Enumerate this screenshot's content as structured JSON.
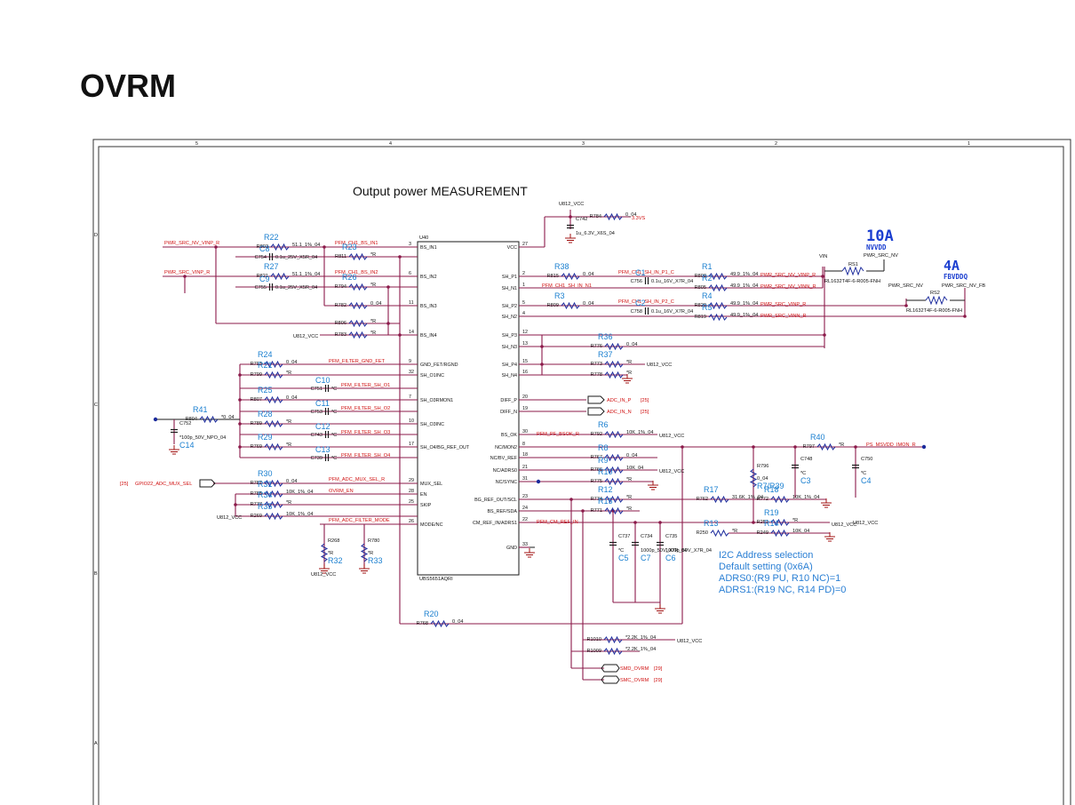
{
  "title": "OVRM",
  "section_title": "Output power MEASUREMENT",
  "frame_cols": [
    "5",
    "4",
    "3",
    "2",
    "1"
  ],
  "frame_rows": [
    "D",
    "C",
    "B",
    "A"
  ],
  "ic": {
    "ref": "U40",
    "part": "UBS5651AQRI",
    "left_pins": [
      {
        "num": "3",
        "name": "BS_IN1"
      },
      {
        "num": "6",
        "name": "BS_IN2"
      },
      {
        "num": "11",
        "name": "BS_IN3"
      },
      {
        "num": "14",
        "name": "BS_IN4"
      },
      {
        "num": "9",
        "name": "GND_FET/RGND"
      },
      {
        "num": "32",
        "name": "SH_O1INC"
      },
      {
        "num": "7",
        "name": "SH_O3RMON1"
      },
      {
        "num": "10",
        "name": "SH_O3INC"
      },
      {
        "num": "17",
        "name": "SH_O4/BG_REF_OUT"
      },
      {
        "num": "29",
        "name": "MUX_SEL"
      },
      {
        "num": "28",
        "name": "EN"
      },
      {
        "num": "25",
        "name": "SKIP"
      },
      {
        "num": "26",
        "name": "MODE/NC"
      }
    ],
    "right_pins": [
      {
        "num": "27",
        "name": "VCC"
      },
      {
        "num": "2",
        "name": "SH_P1"
      },
      {
        "num": "1",
        "name": "SH_N1"
      },
      {
        "num": "5",
        "name": "SH_P2"
      },
      {
        "num": "4",
        "name": "SH_N2"
      },
      {
        "num": "12",
        "name": "SH_P3"
      },
      {
        "num": "13",
        "name": "SH_N3"
      },
      {
        "num": "15",
        "name": "SH_P4"
      },
      {
        "num": "16",
        "name": "SH_N4"
      },
      {
        "num": "20",
        "name": "DIFF_P"
      },
      {
        "num": "19",
        "name": "DIFF_N"
      },
      {
        "num": "30",
        "name": "BS_OK"
      },
      {
        "num": "8",
        "name": "NC/MON2"
      },
      {
        "num": "18",
        "name": "NC/BV_REF"
      },
      {
        "num": "21",
        "name": "NC/ADRS0"
      },
      {
        "num": "31",
        "name": "NC/SYNC"
      },
      {
        "num": "23",
        "name": "BG_REF_OUT/SCL"
      },
      {
        "num": "24",
        "name": "BS_REF/SDA"
      },
      {
        "num": "22",
        "name": "CM_REF_IN/ADRS1"
      },
      {
        "num": "33",
        "name": "GND"
      }
    ]
  },
  "nets": {
    "pwr_src_nv_vinp_r": "PWR_SRC_NV_VINP_R",
    "pwr_src_vinp_r": "PWR_SRC_VINP_R",
    "bs_in1": "PFM_CH1_BS_IN1",
    "bs_in2": "PFM_CH1_BS_IN2",
    "gnd_fet": "PFM_FILTER_GND_FET",
    "sh_o1": "PFM_FILTER_SH_O1",
    "sh_o2": "PFM_FILTER_SH_O2",
    "sh_o3": "PFM_FILTER_SH_O3",
    "sh_o4": "PFM_FILTER_SH_O4",
    "mux_sel": "PFM_ADC_MUX_SEL_R",
    "ovrm_en": "OVRM_EN",
    "mode": "PFM_ADC_FILTER_MODE",
    "gpio_mux": "GPIO22_ADC_MUX_SEL",
    "gpio_sheet": "[25]",
    "sh_p1": "PFM_CH1_SH_IN_P1_C",
    "sh_n1": "PFM_CH1_SH_IN_N1",
    "sh_p2": "PFM_CH1_SH_IN_P2_C",
    "nv_vinp": "PWR_SRC_NV_VINP_R",
    "nv_vinn": "PWR_SRC_NV_VINN_R",
    "src_vinp": "PWR_SRC_VINP_R",
    "src_vinn": "PWR_SRC_VINN_R",
    "adc_p": "ADC_IN_P",
    "adc_n": "ADC_IN_N",
    "adc_sheet": "[25]",
    "bsok": "PFM_PF_BSOK_R",
    "cm_ref": "PFM_CM_REF_IN",
    "msvdd": "PS_MSVDD_IMON_R",
    "smd": "SMD_OVRM",
    "smc": "SMC_OVRM",
    "smb_sheet": "[29]",
    "vcc": "U812_VCC",
    "v33": "3.3VS",
    "vin": "VIN",
    "pwr_src_nv": "PWR_SRC_NV",
    "pwr_src_nv_fb": "PWR_SRC_NV_FB"
  },
  "resistors": [
    {
      "ref": "R22",
      "part": "R803",
      "value": "51.1_1%_04"
    },
    {
      "ref": "R23",
      "part": "R811",
      "value": "*R"
    },
    {
      "ref": "R27",
      "part": "R821",
      "value": "51.1_1%_04"
    },
    {
      "ref": "R26",
      "part": "R794",
      "value": "*R"
    },
    {
      "part": "R782",
      "value": "0_04"
    },
    {
      "part": "R806",
      "value": "*R"
    },
    {
      "part": "R783",
      "value": "*R"
    },
    {
      "ref": "R24",
      "part": "R793",
      "value": "0_04"
    },
    {
      "ref": "R21",
      "part": "R799",
      "value": "*R"
    },
    {
      "ref": "R25",
      "part": "R807",
      "value": "0_04"
    },
    {
      "ref": "R28",
      "part": "R789",
      "value": "*R"
    },
    {
      "ref": "R29",
      "part": "R769",
      "value": "*R"
    },
    {
      "ref": "R41",
      "part": "R804",
      "value": "*0_04"
    },
    {
      "ref": "R30",
      "part": "R787",
      "value": "0_04"
    },
    {
      "ref": "R31",
      "part": "R785",
      "value": "10K_1%_04"
    },
    {
      "ref": "R34",
      "part": "R777",
      "value": "*R"
    },
    {
      "ref": "R35",
      "part": "R269",
      "value": "10K_1%_04"
    },
    {
      "ref": "R32",
      "part": "R268",
      "value": "*R"
    },
    {
      "ref": "R33",
      "part": "R780",
      "value": "*R"
    },
    {
      "ref": "R38",
      "part": "R815",
      "value": "0_04"
    },
    {
      "ref": "R3",
      "part": "R809",
      "value": "0_04"
    },
    {
      "ref": "R1",
      "part": "R808",
      "value": "49.9_1%_04"
    },
    {
      "ref": "R2",
      "part": "R805",
      "value": "49.9_1%_04"
    },
    {
      "ref": "R4",
      "part": "R820",
      "value": "49.9_1%_04"
    },
    {
      "ref": "R5",
      "part": "R819",
      "value": "49.9_1%_04"
    },
    {
      "ref": "R36",
      "part": "R776",
      "value": "0_04"
    },
    {
      "ref": "R37",
      "part": "R773",
      "value": "*R"
    },
    {
      "part": "R778",
      "value": "*R"
    },
    {
      "ref": "R6",
      "part": "R792",
      "value": "10K_1%_04"
    },
    {
      "ref": "R8",
      "part": "R767",
      "value": "0_04"
    },
    {
      "ref": "R9",
      "part": "R766",
      "value": "10K_04"
    },
    {
      "ref": "R10",
      "part": "R775",
      "value": "*R"
    },
    {
      "ref": "R12",
      "part": "R774",
      "value": "*R"
    },
    {
      "ref": "R15",
      "part": "R771",
      "value": "*R"
    },
    {
      "ref": "R17",
      "part": "R762",
      "value": "31.6K_1%_04"
    },
    {
      "ref": "R18",
      "part": "R772",
      "value": "10K_1%_04"
    },
    {
      "ref": "R19",
      "part": "R251",
      "value": "*R"
    },
    {
      "ref": "R14",
      "part": "R249",
      "value": "10K_04"
    },
    {
      "ref": "R13",
      "part": "R250",
      "value": "*R"
    },
    {
      "ref": "R20",
      "part": "R768",
      "value": "0_04"
    },
    {
      "ref": "R40",
      "part": "R797",
      "value": "*R"
    },
    {
      "ref": "R7/R39",
      "part": "R796",
      "value": "0_04"
    },
    {
      "part": "R784",
      "value": "0_04"
    },
    {
      "part": "R1010",
      "value": "*2.2K_1%_04"
    },
    {
      "part": "R1009",
      "value": "*2.2K_1%_04"
    }
  ],
  "capacitors": [
    {
      "ref": "C8",
      "part": "C754",
      "value": "0.1u_25V_X5R_04"
    },
    {
      "ref": "C9",
      "part": "C755",
      "value": "0.1u_25V_X5R_04"
    },
    {
      "ref": "C10",
      "part": "C751",
      "value": "*C"
    },
    {
      "ref": "C11",
      "part": "C753",
      "value": "*C"
    },
    {
      "ref": "C12",
      "part": "C743",
      "value": "*C"
    },
    {
      "ref": "C13",
      "part": "C739",
      "value": "*C"
    },
    {
      "ref": "C14",
      "part": "C752",
      "value": "*100p_50V_NPO_04"
    },
    {
      "ref": "C1",
      "part": "C756",
      "value": "0.1u_16V_X7R_04"
    },
    {
      "ref": "C2",
      "part": "C758",
      "value": "0.1u_16V_X7R_04"
    },
    {
      "part": "C742",
      "value": "1u_6.3V_X6S_04"
    },
    {
      "ref": "C3",
      "part": "C748",
      "value": "*C"
    },
    {
      "ref": "C4",
      "part": "C750",
      "value": "*C"
    },
    {
      "ref": "C5",
      "part": "C737",
      "value": "*C"
    },
    {
      "ref": "C7",
      "part": "C734",
      "value": "1000p_50V_X7R_04"
    },
    {
      "ref": "C6",
      "part": "C735",
      "value": "1000p_50V_X7R_04"
    }
  ],
  "shunts": {
    "rs1": {
      "ref": "RS1",
      "part": "RL1632T4F-6-R005-FNH",
      "current": "10A",
      "rail": "NVVDD"
    },
    "rs2": {
      "ref": "RS2",
      "part": "RL1632T4F-6-R005-FNH",
      "current": "4A",
      "rail": "FBVDDQ"
    }
  },
  "note": {
    "line1": "I2C Address selection",
    "line2": "Default setting (0x6A)",
    "line3": "ADRS0:(R9 PU, R10 NC)=1",
    "line4": "ADRS1:(R19 NC, R14 PD)=0"
  }
}
